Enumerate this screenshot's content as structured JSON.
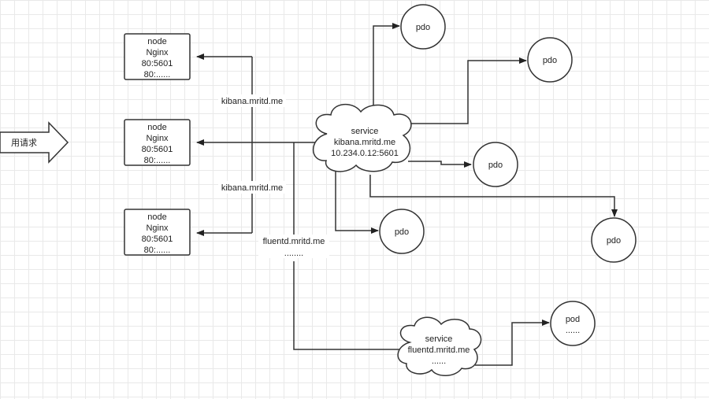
{
  "request_arrow": {
    "label": "用请求"
  },
  "nodes": [
    {
      "lines": [
        "node",
        "Nginx",
        "80:5601",
        "80:......"
      ]
    },
    {
      "lines": [
        "node",
        "Nginx",
        "80:5601",
        "80:......"
      ]
    },
    {
      "lines": [
        "node",
        "Nginx",
        "80:5601",
        "80:......"
      ]
    }
  ],
  "labels": {
    "kibana_top": "kibana.mritd.me",
    "kibana_bottom": "kibana.mritd.me",
    "fluentd": "fluentd.mritd.me",
    "fluentd_dots": "........"
  },
  "service_kibana": {
    "lines": [
      "service",
      "kibana.mritd.me",
      "10.234.0.12:5601"
    ]
  },
  "service_fluentd": {
    "lines": [
      "service",
      "fluentd.mritd.me",
      "......"
    ]
  },
  "pdo_nodes": [
    {
      "label": "pdo"
    },
    {
      "label": "pdo"
    },
    {
      "label": "pdo"
    },
    {
      "label": "pdo"
    },
    {
      "label": "pdo"
    }
  ],
  "pod_node": {
    "lines": [
      "pod",
      "......"
    ]
  }
}
